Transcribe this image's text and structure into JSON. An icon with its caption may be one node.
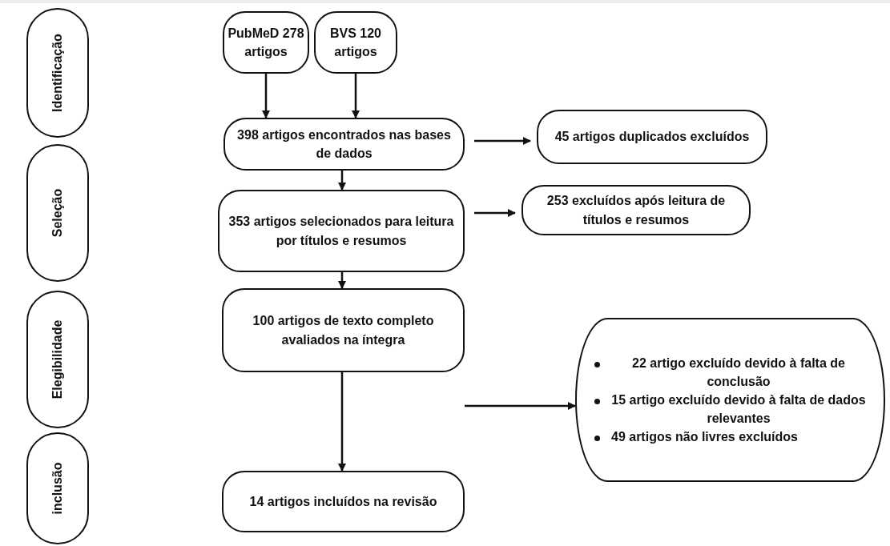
{
  "diagram": {
    "nodes": [
      {
        "text": [
          "Identificação"
        ]
      },
      {
        "text": [
          "Seleção"
        ]
      },
      {
        "text": [
          "Elegibilidade"
        ]
      },
      {
        "text": [
          "inclusão"
        ]
      },
      {
        "text": [
          "PubMeD 278 artigos"
        ]
      },
      {
        "text": [
          "BVS 120 artigos"
        ]
      },
      {
        "text": [
          "398 artigos encontrados nas bases de dados"
        ]
      },
      {
        "text": [
          "45 artigos duplicados excluídos"
        ]
      },
      {
        "text": [
          "353 artigos selecionados para leitura por títulos e resumos"
        ]
      },
      {
        "text": [
          "253 excluídos após leitura de títulos e resumos"
        ]
      },
      {
        "text": [
          "100 artigos de texto completo avaliados na íntegra"
        ]
      },
      {
        "text": [
          "22 artigo excluído devido à falta de conclusão",
          "15 artigo excluído devido à falta de dados relevantes",
          "49 artigos não livres excluídos"
        ]
      },
      {
        "text": [
          "14 artigos incluídos na revisão"
        ]
      }
    ],
    "edges": [
      {
        "from": 4,
        "to": 6,
        "arrow": "to"
      },
      {
        "from": 5,
        "to": 6,
        "arrow": "to"
      },
      {
        "from": 6,
        "to": 7,
        "arrow": "to"
      },
      {
        "from": 6,
        "to": 8,
        "arrow": "to"
      },
      {
        "from": 8,
        "to": 9,
        "arrow": "to"
      },
      {
        "from": 8,
        "to": 10,
        "arrow": "to"
      },
      {
        "from": 10,
        "to": 11,
        "arrow": "to"
      },
      {
        "from": 10,
        "to": 12,
        "arrow": "to"
      }
    ]
  }
}
